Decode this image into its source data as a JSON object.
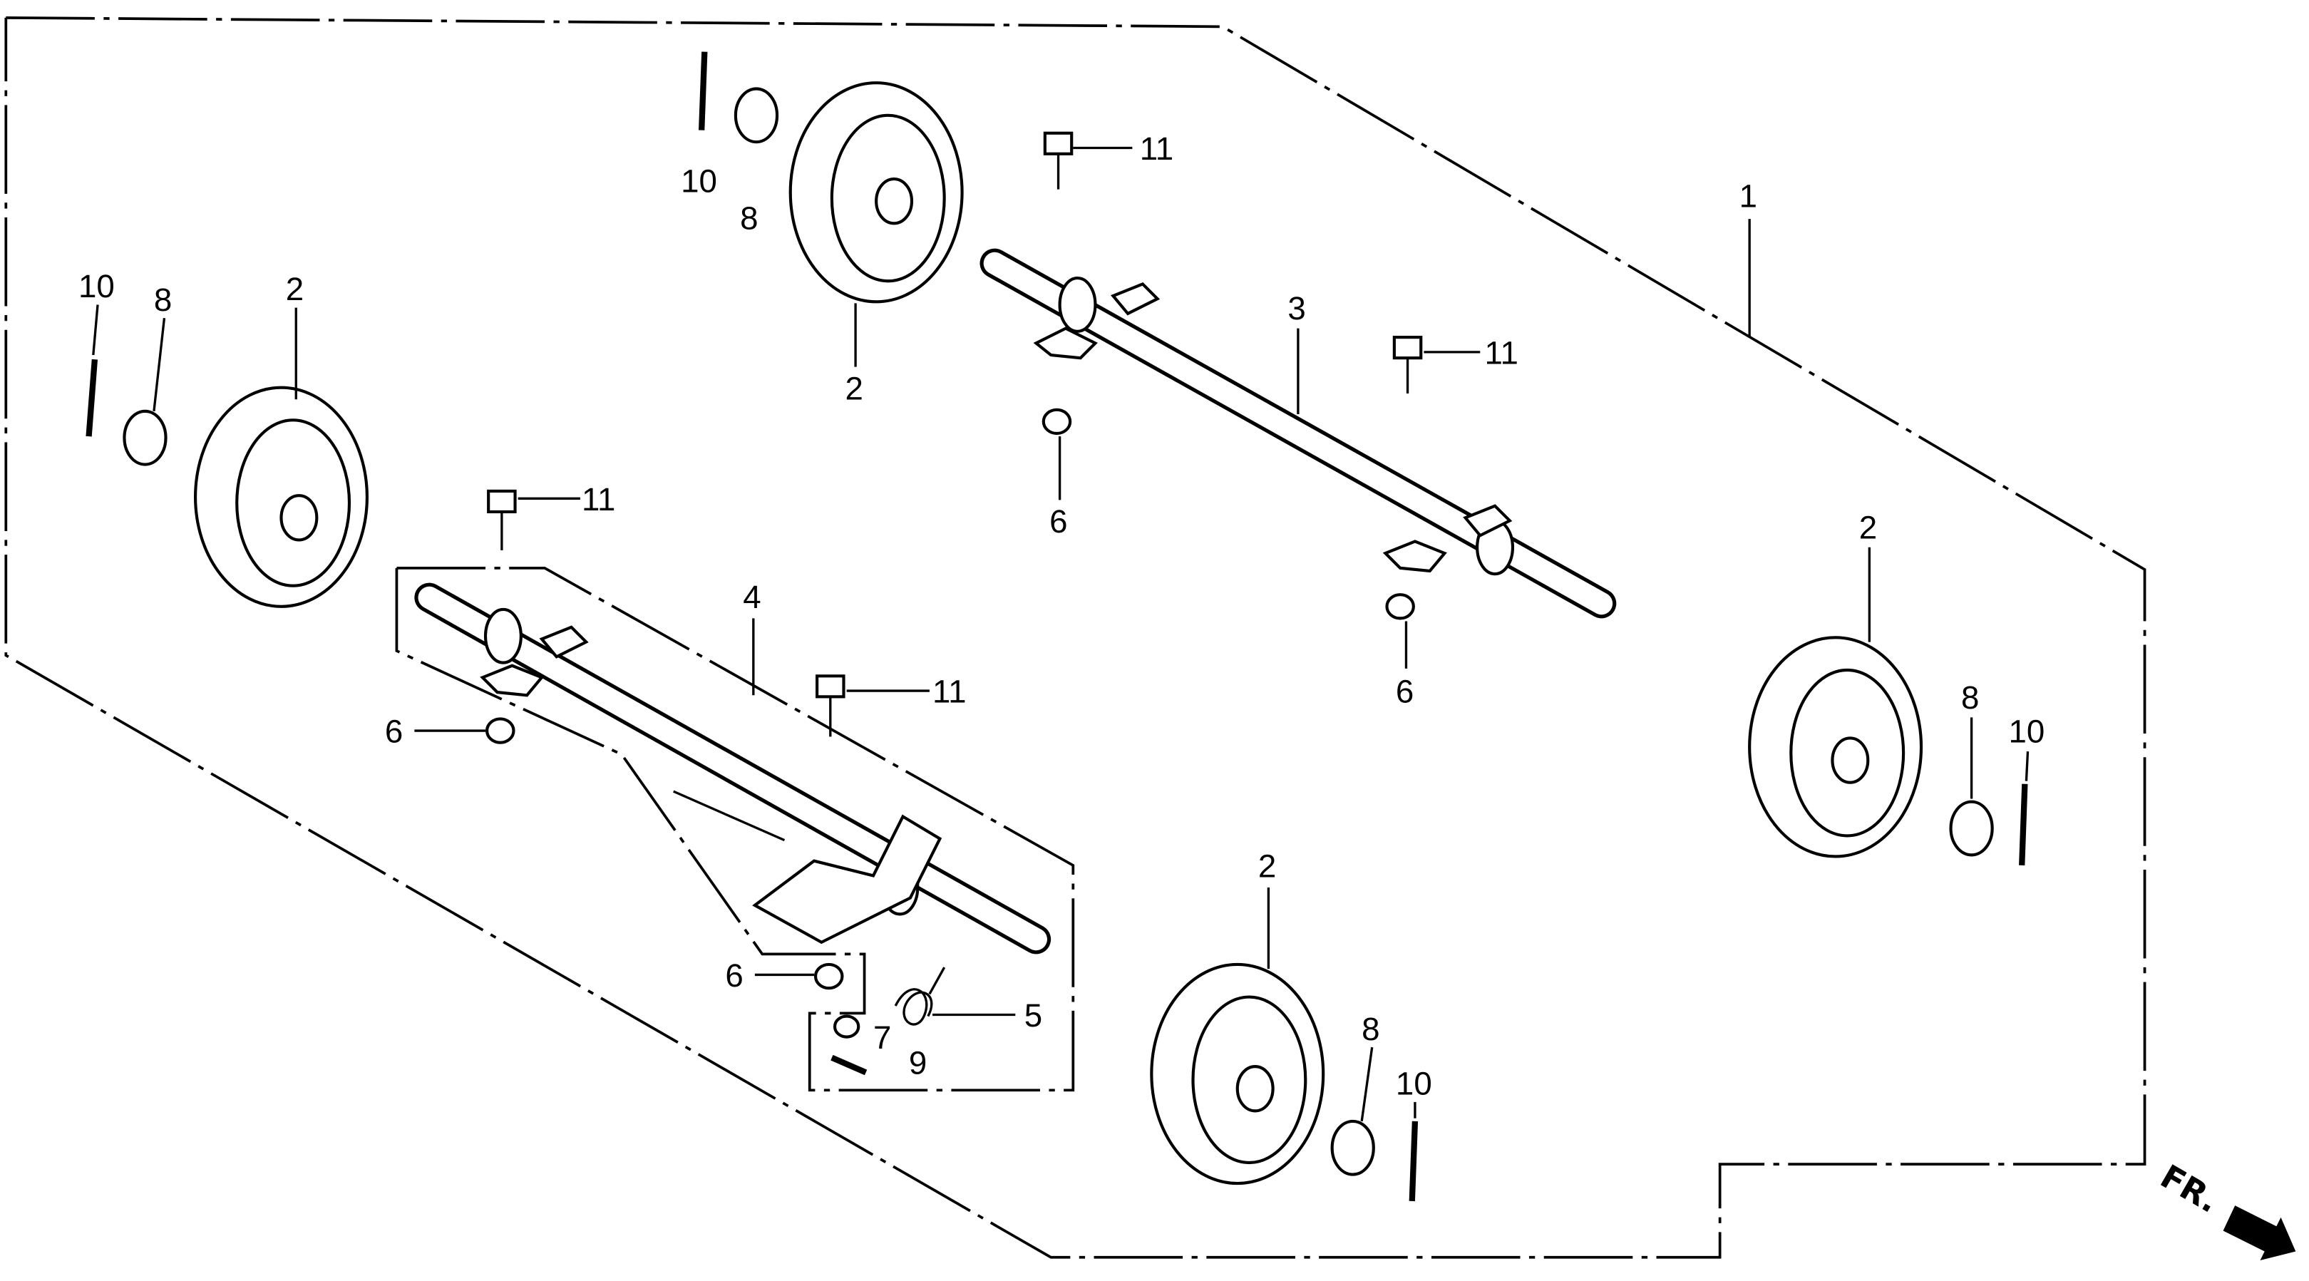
{
  "diagram": {
    "callouts": [
      "10",
      "8",
      "11",
      "1",
      "10",
      "8",
      "2",
      "2",
      "3",
      "11",
      "11",
      "6",
      "4",
      "2",
      "11",
      "6",
      "6",
      "8",
      "10",
      "2",
      "6",
      "5",
      "7",
      "9",
      "8",
      "10"
    ],
    "front_indicator": "FR.",
    "line_color": "#000000",
    "background_color": "#ffffff"
  }
}
